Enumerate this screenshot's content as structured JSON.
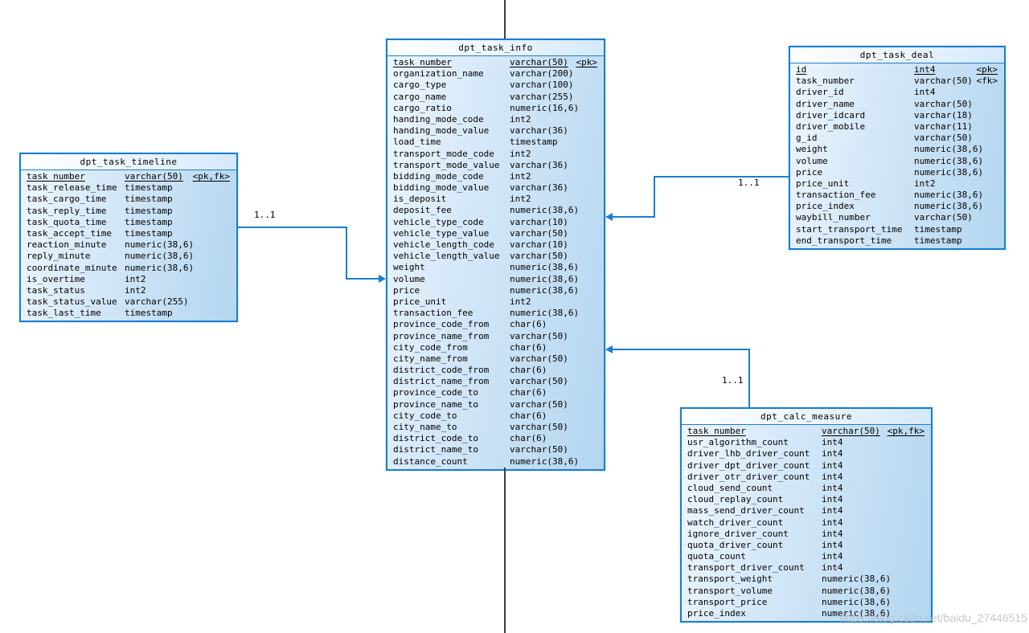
{
  "diagram_type": "database-er-diagram",
  "colors": {
    "entity_border": "#1a7ed0",
    "entity_fill_light": "#eef6fd",
    "entity_fill_dark": "#b4d6f0",
    "relation_line": "#1a7ed0",
    "stub_line": "#3d3d3d",
    "text": "#000000",
    "watermark_text": "#b9c0c7"
  },
  "watermark": "https://blog.csdn.net/baidu_27446515",
  "tables": [
    {
      "name": "dpt_task_timeline",
      "columns": [
        {
          "name": "task_number",
          "type": "varchar(50)",
          "key": "<pk,fk>",
          "pk": true
        },
        {
          "name": "task_release_time",
          "type": "timestamp",
          "key": ""
        },
        {
          "name": "task_cargo_time",
          "type": "timestamp",
          "key": ""
        },
        {
          "name": "task_reply_time",
          "type": "timestamp",
          "key": ""
        },
        {
          "name": "task_quota_time",
          "type": "timestamp",
          "key": ""
        },
        {
          "name": "task_accept_time",
          "type": "timestamp",
          "key": ""
        },
        {
          "name": "reaction_minute",
          "type": "numeric(38,6)",
          "key": ""
        },
        {
          "name": "reply_minute",
          "type": "numeric(38,6)",
          "key": ""
        },
        {
          "name": "coordinate_minute",
          "type": "numeric(38,6)",
          "key": ""
        },
        {
          "name": "is_overtime",
          "type": "int2",
          "key": ""
        },
        {
          "name": "task_status",
          "type": "int2",
          "key": ""
        },
        {
          "name": "task_status_value",
          "type": "varchar(255)",
          "key": ""
        },
        {
          "name": "task_last_time",
          "type": "timestamp",
          "key": ""
        }
      ]
    },
    {
      "name": "dpt_task_info",
      "columns": [
        {
          "name": "task_number",
          "type": "varchar(50)",
          "key": "<pk>",
          "pk": true
        },
        {
          "name": "organization_name",
          "type": "varchar(200)",
          "key": ""
        },
        {
          "name": "cargo_type",
          "type": "varchar(100)",
          "key": ""
        },
        {
          "name": "cargo_name",
          "type": "varchar(255)",
          "key": ""
        },
        {
          "name": "cargo_ratio",
          "type": "numeric(16,6)",
          "key": ""
        },
        {
          "name": "handing_mode_code",
          "type": "int2",
          "key": ""
        },
        {
          "name": "handing_mode_value",
          "type": "varchar(36)",
          "key": ""
        },
        {
          "name": "load_time",
          "type": "timestamp",
          "key": ""
        },
        {
          "name": "transport_mode_code",
          "type": "int2",
          "key": ""
        },
        {
          "name": "transport_mode_value",
          "type": "varchar(36)",
          "key": ""
        },
        {
          "name": "bidding_mode_code",
          "type": "int2",
          "key": ""
        },
        {
          "name": "bidding_mode_value",
          "type": "varchar(36)",
          "key": ""
        },
        {
          "name": "is_deposit",
          "type": "int2",
          "key": ""
        },
        {
          "name": "deposit_fee",
          "type": "numeric(38,6)",
          "key": ""
        },
        {
          "name": "vehicle_type_code",
          "type": "varchar(10)",
          "key": ""
        },
        {
          "name": "vehicle_type_value",
          "type": "varchar(50)",
          "key": ""
        },
        {
          "name": "vehicle_length_code",
          "type": "varchar(10)",
          "key": ""
        },
        {
          "name": "vehicle_length_value",
          "type": "varchar(50)",
          "key": ""
        },
        {
          "name": "weight",
          "type": "numeric(38,6)",
          "key": ""
        },
        {
          "name": "volume",
          "type": "numeric(38,6)",
          "key": ""
        },
        {
          "name": "price",
          "type": "numeric(38,6)",
          "key": ""
        },
        {
          "name": "price_unit",
          "type": "int2",
          "key": ""
        },
        {
          "name": "transaction_fee",
          "type": "numeric(38,6)",
          "key": ""
        },
        {
          "name": "province_code_from",
          "type": "char(6)",
          "key": ""
        },
        {
          "name": "province_name_from",
          "type": "varchar(50)",
          "key": ""
        },
        {
          "name": "city_code_from",
          "type": "char(6)",
          "key": ""
        },
        {
          "name": "city_name_from",
          "type": "varchar(50)",
          "key": ""
        },
        {
          "name": "district_code_from",
          "type": "char(6)",
          "key": ""
        },
        {
          "name": "district_name_from",
          "type": "varchar(50)",
          "key": ""
        },
        {
          "name": "province_code_to",
          "type": "char(6)",
          "key": ""
        },
        {
          "name": "province_name_to",
          "type": "varchar(50)",
          "key": ""
        },
        {
          "name": "city_code_to",
          "type": "char(6)",
          "key": ""
        },
        {
          "name": "city_name_to",
          "type": "varchar(50)",
          "key": ""
        },
        {
          "name": "district_code_to",
          "type": "char(6)",
          "key": ""
        },
        {
          "name": "district_name_to",
          "type": "varchar(50)",
          "key": ""
        },
        {
          "name": "distance_count",
          "type": "numeric(38,6)",
          "key": ""
        }
      ]
    },
    {
      "name": "dpt_task_deal",
      "columns": [
        {
          "name": "id",
          "type": "int4",
          "key": "<pk>",
          "pk": true
        },
        {
          "name": "task_number",
          "type": "varchar(50)",
          "key": "<fk>"
        },
        {
          "name": "driver_id",
          "type": "int4",
          "key": ""
        },
        {
          "name": "driver_name",
          "type": "varchar(50)",
          "key": ""
        },
        {
          "name": "driver_idcard",
          "type": "varchar(18)",
          "key": ""
        },
        {
          "name": "driver_mobile",
          "type": "varchar(11)",
          "key": ""
        },
        {
          "name": "g_id",
          "type": "varchar(50)",
          "key": ""
        },
        {
          "name": "weight",
          "type": "numeric(38,6)",
          "key": ""
        },
        {
          "name": "volume",
          "type": "numeric(38,6)",
          "key": ""
        },
        {
          "name": "price",
          "type": "numeric(38,6)",
          "key": ""
        },
        {
          "name": "price_unit",
          "type": "int2",
          "key": ""
        },
        {
          "name": "transaction_fee",
          "type": "numeric(38,6)",
          "key": ""
        },
        {
          "name": "price_index",
          "type": "numeric(38,6)",
          "key": ""
        },
        {
          "name": "waybill_number",
          "type": "varchar(50)",
          "key": ""
        },
        {
          "name": "start_transport_time",
          "type": "timestamp",
          "key": ""
        },
        {
          "name": "end_transport_time",
          "type": "timestamp",
          "key": ""
        }
      ]
    },
    {
      "name": "dpt_calc_measure",
      "columns": [
        {
          "name": "task_number",
          "type": "varchar(50)",
          "key": "<pk,fk>",
          "pk": true
        },
        {
          "name": "usr_algorithm_count",
          "type": "int4",
          "key": ""
        },
        {
          "name": "driver_lhb_driver_count",
          "type": "int4",
          "key": ""
        },
        {
          "name": "driver_dpt_driver_count",
          "type": "int4",
          "key": ""
        },
        {
          "name": "driver_otr_driver_count",
          "type": "int4",
          "key": ""
        },
        {
          "name": "cloud_send_count",
          "type": "int4",
          "key": ""
        },
        {
          "name": "cloud_replay_count",
          "type": "int4",
          "key": ""
        },
        {
          "name": "mass_send_driver_count",
          "type": "int4",
          "key": ""
        },
        {
          "name": "watch_driver_count",
          "type": "int4",
          "key": ""
        },
        {
          "name": "ignore_driver_count",
          "type": "int4",
          "key": ""
        },
        {
          "name": "quota_driver_count",
          "type": "int4",
          "key": ""
        },
        {
          "name": "quota_count",
          "type": "int4",
          "key": ""
        },
        {
          "name": "transport_driver_count",
          "type": "int4",
          "key": ""
        },
        {
          "name": "transport_weight",
          "type": "numeric(38,6)",
          "key": ""
        },
        {
          "name": "transport_volume",
          "type": "numeric(38,6)",
          "key": ""
        },
        {
          "name": "transport_price",
          "type": "numeric(38,6)",
          "key": ""
        },
        {
          "name": "price_index",
          "type": "numeric(38,6)",
          "key": ""
        }
      ]
    }
  ],
  "relations": [
    {
      "from": "dpt_task_timeline",
      "to": "dpt_task_info",
      "label": "1..1"
    },
    {
      "from": "dpt_task_deal",
      "to": "dpt_task_info",
      "label": "1..1"
    },
    {
      "from": "dpt_calc_measure",
      "to": "dpt_task_info",
      "label": "1..1"
    }
  ]
}
